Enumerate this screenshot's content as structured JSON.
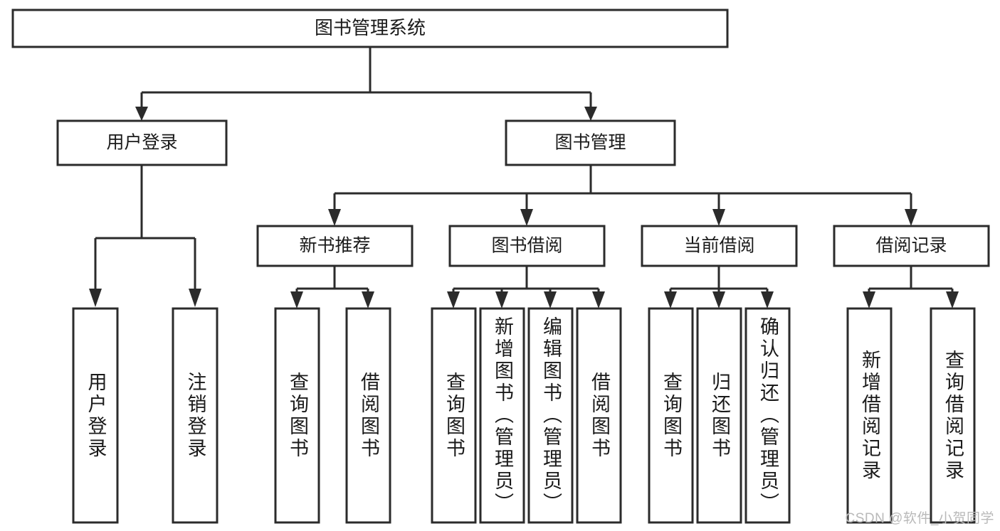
{
  "diagram": {
    "type": "tree-hierarchy-chart",
    "title": "图书管理系统",
    "root": {
      "id": "root",
      "label": "图书管理系统"
    },
    "level2": [
      {
        "id": "user-login",
        "label": "用户登录"
      },
      {
        "id": "book-management",
        "label": "图书管理"
      }
    ],
    "level3": [
      {
        "id": "new-book-recommend",
        "label": "新书推荐",
        "parent": "book-management"
      },
      {
        "id": "book-borrow",
        "label": "图书借阅",
        "parent": "book-management"
      },
      {
        "id": "current-borrow",
        "label": "当前借阅",
        "parent": "book-management"
      },
      {
        "id": "borrow-record",
        "label": "借阅记录",
        "parent": "book-management"
      }
    ],
    "leaves": [
      {
        "id": "leaf-user-login",
        "label": "用户登录",
        "parent": "user-login"
      },
      {
        "id": "leaf-logout-login",
        "label": "注销登录",
        "parent": "user-login"
      },
      {
        "id": "leaf-query-book-1",
        "label": "查询图书",
        "parent": "new-book-recommend"
      },
      {
        "id": "leaf-borrow-book-1",
        "label": "借阅图书",
        "parent": "new-book-recommend"
      },
      {
        "id": "leaf-query-book-2",
        "label": "查询图书",
        "parent": "book-borrow"
      },
      {
        "id": "leaf-add-book",
        "label": "新增图书（管理员）",
        "parent": "book-borrow"
      },
      {
        "id": "leaf-edit-book",
        "label": "编辑图书（管理员）",
        "parent": "book-borrow"
      },
      {
        "id": "leaf-borrow-book-2",
        "label": "借阅图书",
        "parent": "book-borrow"
      },
      {
        "id": "leaf-query-book-3",
        "label": "查询图书",
        "parent": "current-borrow"
      },
      {
        "id": "leaf-return-book",
        "label": "归还图书",
        "parent": "current-borrow"
      },
      {
        "id": "leaf-confirm-return",
        "label": "确认归还（管理员）",
        "parent": "current-borrow"
      },
      {
        "id": "leaf-add-record",
        "label": "新增借阅记录",
        "parent": "borrow-record"
      },
      {
        "id": "leaf-query-record",
        "label": "查询借阅记录",
        "parent": "borrow-record"
      }
    ],
    "colors": {
      "stroke": "#2b2b2b",
      "fill": "#ffffff",
      "text": "#1a1a1a",
      "watermark": "#b9b9b9",
      "background": "#ffffff"
    }
  },
  "watermark": {
    "text": "CSDN @软件_小贺同学"
  }
}
